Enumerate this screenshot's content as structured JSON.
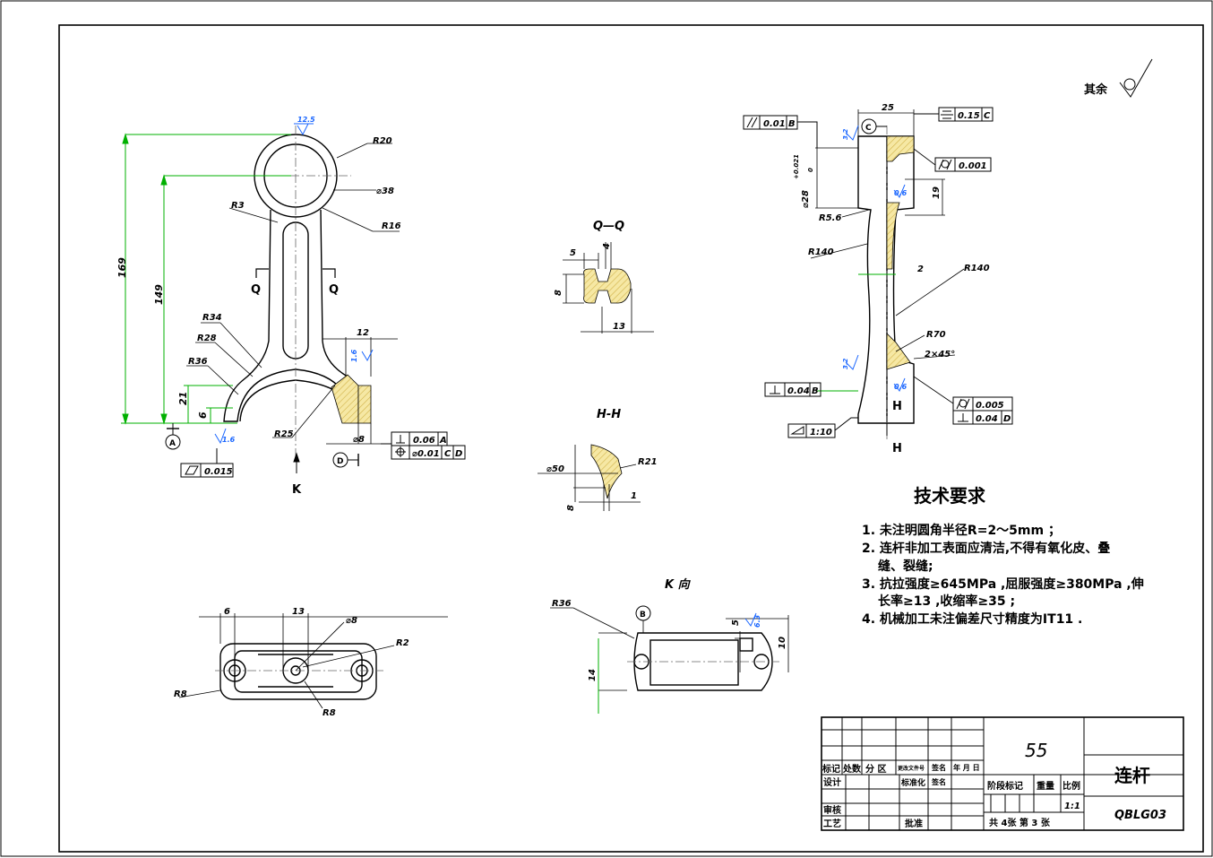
{
  "surface_finish": {
    "other_label": "其余"
  },
  "front_view": {
    "dims": {
      "d169": "169",
      "d149": "149",
      "d21": "21",
      "d6": "6",
      "d12": "12",
      "r20": "R20",
      "dia38": "⌀38",
      "r16": "R16",
      "r3": "R3",
      "r34": "R34",
      "r28": "R28",
      "r36": "R36",
      "r25": "R25",
      "dia8": "⌀8"
    },
    "roughness": {
      "top": "12.5",
      "left": "1.6",
      "right": "1.6"
    },
    "section_marks": {
      "q_left": "Q",
      "q_right": "Q",
      "k_arrow": "K"
    },
    "datums": {
      "a": "A",
      "d": "D"
    },
    "tolerances": {
      "flatness": "0.015",
      "perp_value": "0.06",
      "perp_datum": "A",
      "pos_value": "⌀0.01",
      "pos_datum1": "C",
      "pos_datum2": "D"
    }
  },
  "qq_section": {
    "title": "Q—Q",
    "d5": "5",
    "d4": "4",
    "d8": "8",
    "d13": "13"
  },
  "hh_section": {
    "title": "H-H",
    "dia50": "⌀50",
    "r21": "R21",
    "d1": "1",
    "d8": "8"
  },
  "side_view": {
    "d25": "25",
    "d19": "19",
    "d2": "2",
    "dia28": "⌀28",
    "tol_upper": "+0.021",
    "tol_lower": "0",
    "r56": "R5.6",
    "r140_left": "R140",
    "r140_right": "R140",
    "r70": "R70",
    "chamfer": "2×45°",
    "h1": "H",
    "h2": "H",
    "roughness": {
      "top": "3.2",
      "inner": "0.6",
      "left_bottom": "3.2",
      "inner_bottom": "0.6"
    },
    "datum_c": "C",
    "tolerances": {
      "parallel_value": "0.01",
      "parallel_datum": "B",
      "symmetry_value": "0.15",
      "symmetry_datum": "C",
      "cyl_value": "0.001",
      "perp_value": "0.04",
      "perp_datum": "B",
      "taper": "1:10",
      "cyl2_value": "0.005",
      "perp2_value": "0.04",
      "perp2_datum": "D"
    }
  },
  "bottom_view": {
    "d6": "6",
    "d13": "13",
    "dia8": "⌀8",
    "r2": "R2",
    "r8_left": "R8",
    "r8_bottom": "R8"
  },
  "k_view": {
    "title": "K 向",
    "r36": "R36",
    "datum_b": "B",
    "d5": "5",
    "rough": "6.3",
    "d10": "10",
    "d14": "14"
  },
  "tech_requirements": {
    "heading": "技术要求",
    "lines": [
      "1. 未注明圆角半径R=2～5mm ；",
      "2. 连杆非加工表面应清洁,不得有氧化皮、叠",
      "缝、裂缝;",
      "3. 抗拉强度≥645MPa ,屈服强度≥380MPa ,伸",
      "长率≥13 ,收缩率≥35 ;",
      "4. 机械加工未注偏差尺寸精度为IT11 ."
    ]
  },
  "title_block": {
    "material": "55",
    "part_name": "连杆",
    "drawing_no": "QBLG03",
    "labels": {
      "mark": "标记",
      "count": "处数",
      "zone": "分 区",
      "change_doc": "更改文件号",
      "sign": "签名",
      "date": "年 月 日",
      "design": "设计",
      "standard": "标准化",
      "sign2": "签名",
      "stage_mark": "阶段标记",
      "weight": "重量",
      "scale": "比例",
      "review": "审核",
      "process": "工艺",
      "approve": "批准"
    },
    "scale_value": "1:1",
    "sheets": "共 4张  第 3 张"
  }
}
